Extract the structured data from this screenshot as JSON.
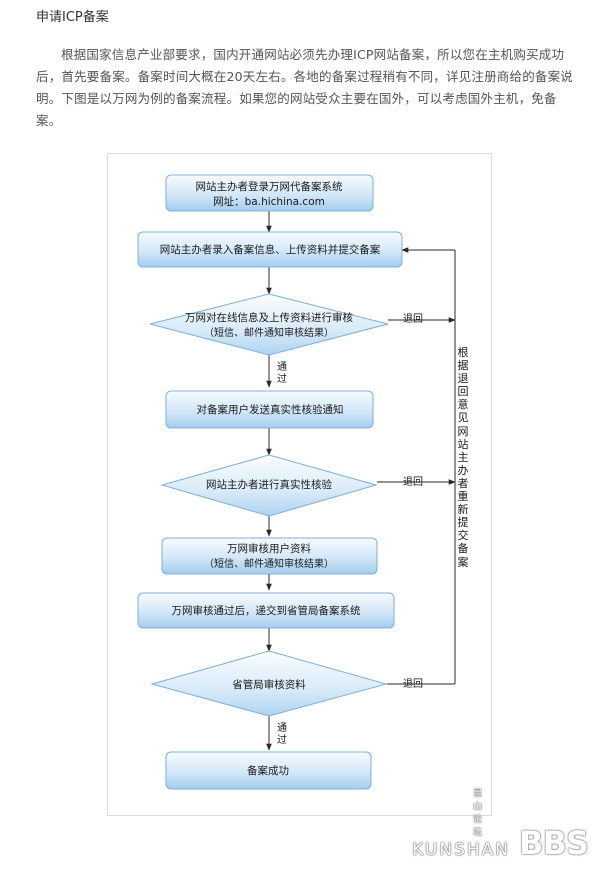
{
  "header": {
    "title": "申请ICP备案",
    "intro": "根据国家信息产业部要求，国内开通网站必须先办理ICP网站备案，所以您在主机购买成功后，首先要备案。备案时间大概在20天左右。各地的备案过程稍有不同，详见注册商给的备案说明。下图是以万网为例的备案流程。如果您的网站受众主要在国外，可以考虑国外主机，免备案。"
  },
  "flowchart": {
    "steps": {
      "login_1": "网站主办者登录万网代备案系统",
      "login_2": "网址：ba.hichina.com",
      "submit": "网站主办者录入备案信息、上传资料并提交备案",
      "review1_1": "万网对在线信息及上传资料进行审核",
      "review1_2": "（短信、邮件通知审核结果）",
      "notice": "对备案用户发送真实性核验通知",
      "verify": "网站主办者进行真实性核验",
      "review2_1": "万网审核用户资料",
      "review2_2": "（短信、邮件通知审核结果）",
      "forward": "万网审核通过后，递交到省管局备案系统",
      "bureau": "省管局审核资料",
      "success": "备案成功"
    },
    "labels": {
      "pass_a": "通",
      "pass_b": "过",
      "return_1": "退回",
      "return_2": "退回",
      "return_3": "退回"
    },
    "side_note": "根据退回意见网站主办者重新提交备案"
  },
  "watermark": {
    "cn": "昆山论坛",
    "en": "KUNSHAN",
    "bbs": "BBS"
  },
  "colors": {
    "box_top": "#f6fbff",
    "box_bottom": "#a9d0ef",
    "box_border": "#7aa9d1",
    "line": "#2a2a2a"
  }
}
